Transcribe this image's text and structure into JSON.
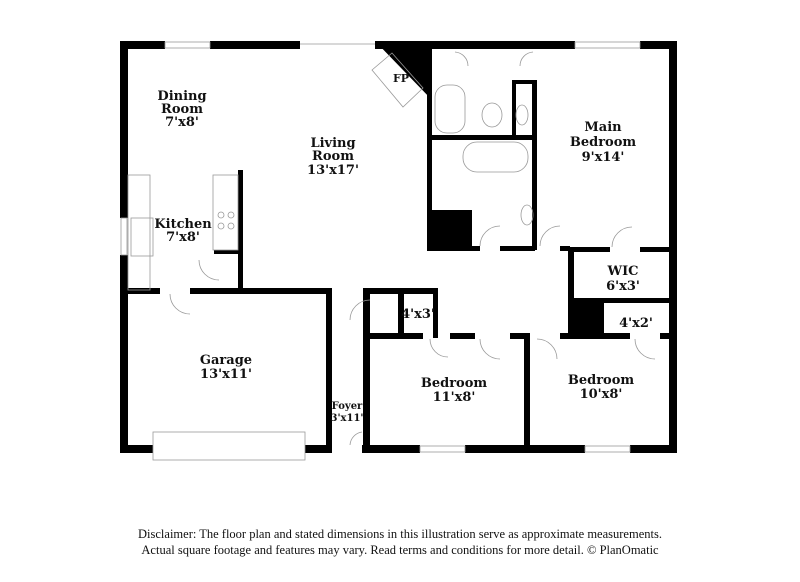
{
  "rooms": {
    "dining": {
      "name1": "Dining",
      "name2": "Room",
      "size": "7'x8'"
    },
    "living": {
      "name1": "Living",
      "name2": "Room",
      "size": "13'x17'"
    },
    "kitchen": {
      "name": "Kitchen",
      "size": "7'x8'"
    },
    "fireplace": {
      "name": "FP"
    },
    "main_bedroom": {
      "name1": "Main",
      "name2": "Bedroom",
      "size": "9'x14'"
    },
    "wic": {
      "name": "WIC",
      "size": "6'x3'"
    },
    "closet1": {
      "size": "4'x3'"
    },
    "closet2": {
      "size": "4'x2'"
    },
    "garage": {
      "name": "Garage",
      "size": "13'x11'"
    },
    "foyer": {
      "name": "Foyer",
      "size": "3'x11'"
    },
    "bedroom1": {
      "name": "Bedroom",
      "size": "11'x8'"
    },
    "bedroom2": {
      "name": "Bedroom",
      "size": "10'x8'"
    }
  },
  "disclaimer": {
    "line1": "Disclaimer: The floor plan and stated dimensions in this illustration serve as approximate measurements.",
    "line2": "Actual square footage and features may vary. Read terms and conditions for more detail. © PlanOmatic"
  },
  "colors": {
    "wall": "#000000",
    "fixture": "#999999"
  }
}
